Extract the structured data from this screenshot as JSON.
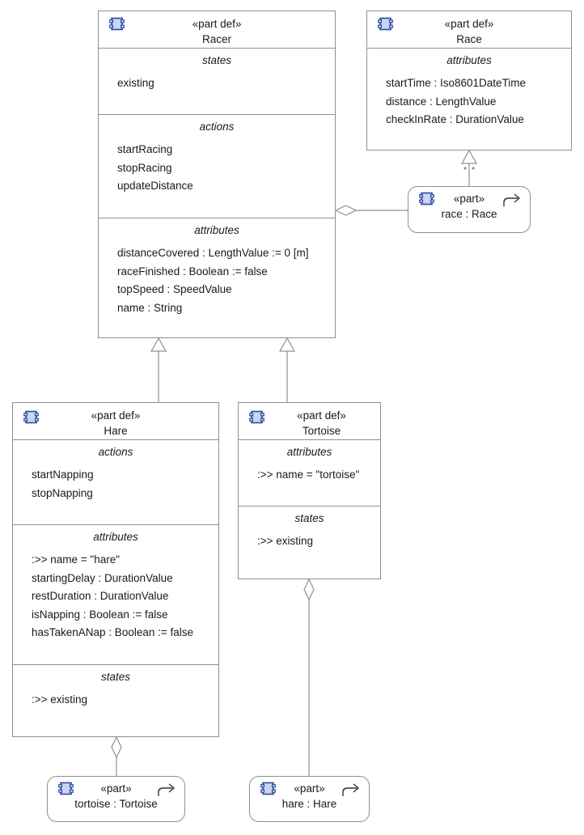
{
  "racer": {
    "stereotype": "«part def»",
    "name": "Racer",
    "compartments": {
      "states": {
        "title": "states",
        "items": [
          "existing"
        ]
      },
      "actions": {
        "title": "actions",
        "items": [
          "startRacing",
          "stopRacing",
          "updateDistance"
        ]
      },
      "attributes": {
        "title": "attributes",
        "items": [
          "distanceCovered : LengthValue := 0 [m]",
          "raceFinished : Boolean := false",
          "topSpeed : SpeedValue",
          "name : String"
        ]
      }
    }
  },
  "race": {
    "stereotype": "«part def»",
    "name": "Race",
    "compartments": {
      "attributes": {
        "title": "attributes",
        "items": [
          "startTime : Iso8601DateTime",
          "distance : LengthValue",
          "checkInRate : DurationValue"
        ]
      }
    }
  },
  "hare": {
    "stereotype": "«part def»",
    "name": "Hare",
    "compartments": {
      "actions": {
        "title": "actions",
        "items": [
          "startNapping",
          "stopNapping"
        ]
      },
      "attributes": {
        "title": "attributes",
        "items": [
          ":>> name = \"hare\"",
          "startingDelay : DurationValue",
          "restDuration : DurationValue",
          "isNapping : Boolean := false",
          "hasTakenANap : Boolean := false"
        ]
      },
      "states": {
        "title": "states",
        "items": [
          ":>> existing"
        ]
      }
    }
  },
  "tortoise": {
    "stereotype": "«part def»",
    "name": "Tortoise",
    "compartments": {
      "attributes": {
        "title": "attributes",
        "items": [
          ":>> name = \"tortoise\""
        ]
      },
      "states": {
        "title": "states",
        "items": [
          ":>> existing"
        ]
      }
    }
  },
  "usages": {
    "race": {
      "stereotype": "«part»",
      "name": "race : Race"
    },
    "tortoise": {
      "stereotype": "«part»",
      "name": "tortoise : Tortoise"
    },
    "hare": {
      "stereotype": "«part»",
      "name": "hare : Hare"
    }
  },
  "colors": {
    "border": "#8f8f8f",
    "icon": "#2b4aa6",
    "icon_fill": "#c8d6ee"
  },
  "icons": {
    "part": "part-icon",
    "ref": "reference-arrow-icon"
  }
}
